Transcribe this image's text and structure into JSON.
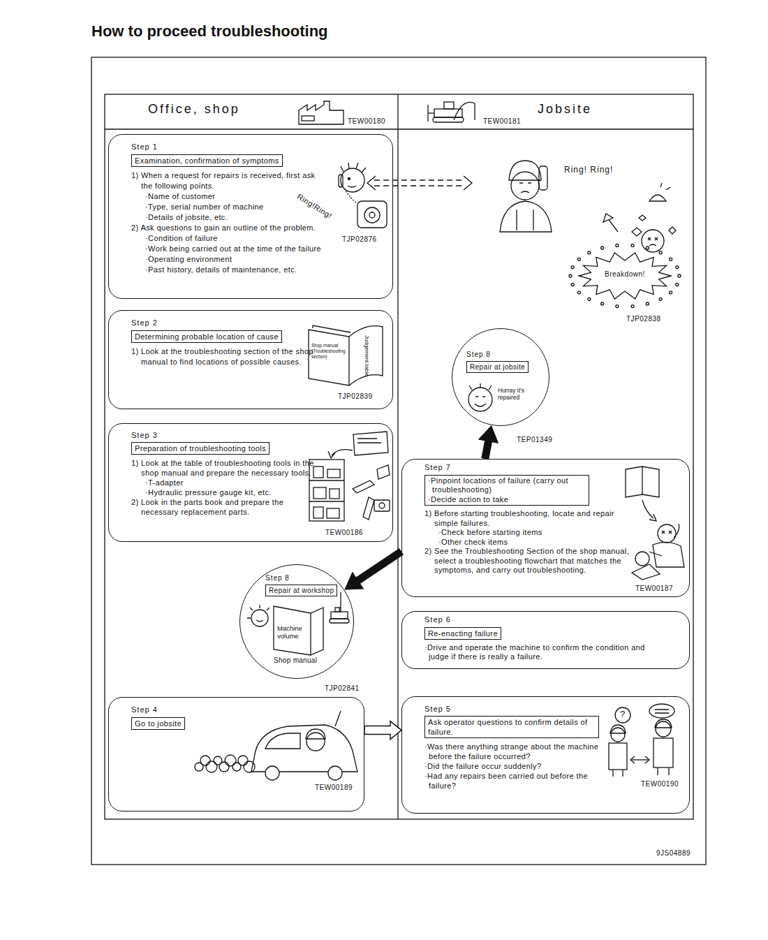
{
  "diagram": {
    "title": "How to proceed troubleshooting",
    "nodes": [
      {
        "text": [
          "Step 1",
          "1) When a request for repairs is received, first ask the following points.",
          "·Name of customer",
          "·Type, serial number of machine",
          "·Details of jobsite, etc.",
          "2) Ask questions to gain an outline of the problem.",
          "·Condition of failure",
          "·Work being carried out at the time of the failure",
          "·Operating environment",
          "·Past history, details of maintenance, etc."
        ]
      },
      {
        "text": [
          "Examination, confirmation of symptoms"
        ],
        "in": 0
      },
      {
        "text": [
          "Step 2",
          "1) Look at the troubleshooting section of the shop manual to find locations of possible causes."
        ]
      },
      {
        "text": [
          "Determining probable location of cause"
        ],
        "in": 2
      },
      {
        "text": [
          "Step 3",
          "1) Look at the table of troubleshooting tools in the shop manual and prepare the necessary tools.",
          "·T-adapter",
          "·Hydraulic pressure gauge kit, etc.",
          "2) Look in the parts book and prepare the necessary replacement parts."
        ]
      },
      {
        "text": [
          "Preparation of troubleshooting tools"
        ],
        "in": 4
      },
      {
        "text": [
          "Step 8"
        ]
      },
      {
        "text": [
          "Repair at workshop"
        ],
        "in": 6
      },
      {
        "text": [
          "Step 4"
        ]
      },
      {
        "text": [
          "Go to jobsite"
        ],
        "in": 8
      },
      {
        "text": [
          "Step 8"
        ]
      },
      {
        "text": [
          "Repair at jobsite"
        ],
        "in": 10
      },
      {
        "text": [
          "Step 7",
          "1) Before starting troubleshooting, locate and repair simple failures.",
          "·Check before starting items",
          "·Other check items",
          "2) See the Troubleshooting Section of the shop manual, select a troubleshooting flowchart that matches the symptoms, and carry out troubleshooting."
        ]
      },
      {
        "text": [
          "·Pinpoint locations of failure (carry out troubleshooting)",
          "·Decide action to take"
        ],
        "in": 12
      },
      {
        "text": [
          "Step 6",
          "·Drive and operate the machine to confirm the condition and judge if there is really a failure."
        ]
      },
      {
        "text": [
          "Re-enacting failure"
        ],
        "in": 14
      },
      {
        "text": [
          "Step 5",
          "·Was there anything strange about the machine before the failure occurred?",
          "·Did the failure occur suddenly?",
          "·Had any repairs been carried out before the failure?"
        ]
      },
      {
        "text": [
          "Ask operator questions to confirm details of failure."
        ],
        "in": 16
      }
    ],
    "edges": [
      {
        "from": 8,
        "to": 16,
        "arrow": "to"
      },
      {
        "from": 12,
        "to": 10,
        "arrow": "to"
      },
      {
        "from": 12,
        "to": 6,
        "arrow": "to"
      }
    ],
    "labels": [
      "Office, shop",
      "TEW00180",
      "TEW00181",
      "Jobsite",
      "Ring! Ring!",
      "Ring!Ring!",
      "TJP02876",
      "Breakdown!",
      "TJP02838",
      "Shop manual (Troubleshooting section)",
      "Judgement table",
      "TJP02839",
      "Hurray it's repaired",
      "TEP01349",
      "TEW00186",
      "TEW00187",
      "Machine volume",
      "Shop manual",
      "TJP02841",
      "TEW00189",
      "?",
      "TEW00190",
      "9JS04889"
    ]
  }
}
